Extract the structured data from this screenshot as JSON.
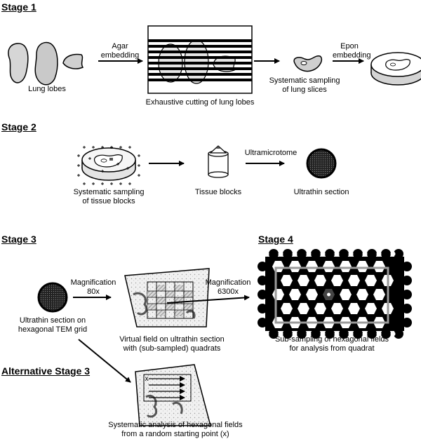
{
  "stage1": {
    "title": "Stage 1",
    "lung_lobes": "Lung lobes",
    "agar_l1": "Agar",
    "agar_l2": "embedding",
    "exhaustive": "Exhaustive cutting of lung lobes",
    "epon_l1": "Epon",
    "epon_l2": "embedding",
    "sys_l1": "Systematic sampling",
    "sys_l2": "of lung slices"
  },
  "stage2": {
    "title": "Stage 2",
    "sys_l1": "Systematic sampling",
    "sys_l2": "of tissue blocks",
    "tissue_blocks": "Tissue blocks",
    "ultramicrotome": "Ultramicrotome",
    "ultrathin": "Ultrathin section"
  },
  "stage3": {
    "title": "Stage 3",
    "mag1_l1": "Magnification",
    "mag1_l2": "80x",
    "grid_l1": "Ultrathin section on",
    "grid_l2": "hexagonal TEM grid",
    "virtual_l1": "Virtual field on ultrathin section",
    "virtual_l2": "with (sub-sampled) quadrats",
    "mag2_l1": "Magnification",
    "mag2_l2": "6300x"
  },
  "stage4": {
    "title": "Stage 4",
    "sub_l1": "Sub-sampling of hexagonal fields",
    "sub_l2": "for analysis from quadrat"
  },
  "alt": {
    "title": "Alternative Stage 3",
    "sys_l1": "Systematic analysis of hexagonal fields",
    "sys_l2": "from a random starting point (x)",
    "start_mark": "x"
  }
}
